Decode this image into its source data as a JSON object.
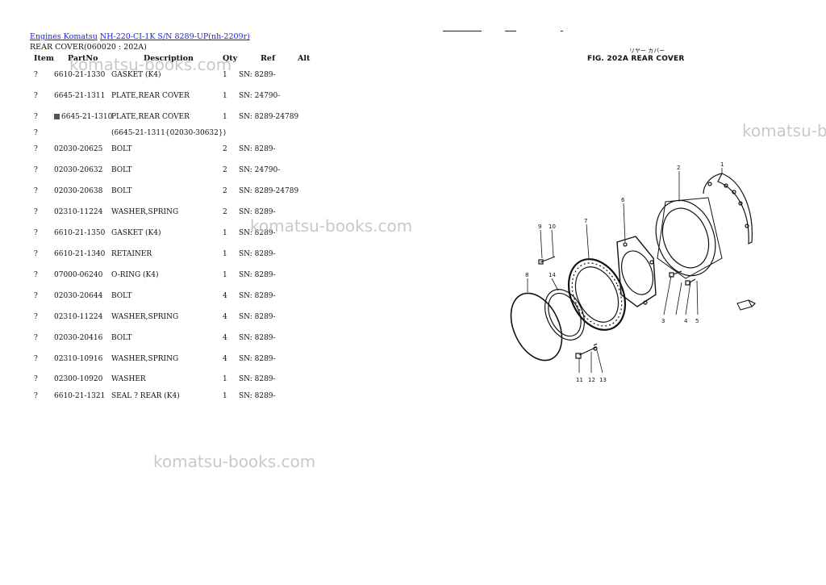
{
  "breadcrumb": {
    "link1": "Engines Komatsu",
    "link2": "NH-220-CI-1K S/N 8289-UP(nh-2209r)"
  },
  "subtitle": "REAR COVER(060020 : 202A)",
  "table": {
    "headers": {
      "item": "Item",
      "partno": "PartNo",
      "description": "Description",
      "qty": "Qty",
      "ref": "Ref",
      "alt": "Alt"
    },
    "rows": [
      {
        "item": "?",
        "partno": "6610-21-1330",
        "description": "GASKET (K4)",
        "qty": "1",
        "ref": "SN: 8289-",
        "changed": false
      },
      {
        "item": "?",
        "partno": "6645-21-1311",
        "description": "PLATE,REAR COVER",
        "qty": "1",
        "ref": "SN: 24790-",
        "changed": false
      },
      {
        "item": "?",
        "partno": "6645-21-1310",
        "description": "PLATE,REAR COVER",
        "qty": "1",
        "ref": "SN: 8289-24789",
        "changed": true
      },
      {
        "item": "?",
        "partno": "",
        "description": "(6645-21-1311{02030-30632})",
        "qty": "",
        "ref": "",
        "changed": false
      },
      {
        "item": "?",
        "partno": "02030-20625",
        "description": "BOLT",
        "qty": "2",
        "ref": "SN: 8289-",
        "changed": false
      },
      {
        "item": "?",
        "partno": "02030-20632",
        "description": "BOLT",
        "qty": "2",
        "ref": "SN: 24790-",
        "changed": false
      },
      {
        "item": "?",
        "partno": "02030-20638",
        "description": "BOLT",
        "qty": "2",
        "ref": "SN: 8289-24789",
        "changed": false
      },
      {
        "item": "?",
        "partno": "02310-11224",
        "description": "WASHER,SPRING",
        "qty": "2",
        "ref": "SN: 8289-",
        "changed": false
      },
      {
        "item": "?",
        "partno": "6610-21-1350",
        "description": "GASKET (K4)",
        "qty": "1",
        "ref": "SN: 8289-",
        "changed": false
      },
      {
        "item": "?",
        "partno": "6610-21-1340",
        "description": "RETAINER",
        "qty": "1",
        "ref": "SN: 8289-",
        "changed": false
      },
      {
        "item": "?",
        "partno": "07000-06240",
        "description": "O-RING (K4)",
        "qty": "1",
        "ref": "SN: 8289-",
        "changed": false
      },
      {
        "item": "?",
        "partno": "02030-20644",
        "description": "BOLT",
        "qty": "4",
        "ref": "SN: 8289-",
        "changed": false
      },
      {
        "item": "?",
        "partno": "02310-11224",
        "description": "WASHER,SPRING",
        "qty": "4",
        "ref": "SN: 8289-",
        "changed": false
      },
      {
        "item": "?",
        "partno": "02030-20416",
        "description": "BOLT",
        "qty": "4",
        "ref": "SN: 8289-",
        "changed": false
      },
      {
        "item": "?",
        "partno": "02310-10916",
        "description": "WASHER,SPRING",
        "qty": "4",
        "ref": "SN: 8289-",
        "changed": false
      },
      {
        "item": "?",
        "partno": "02300-10920",
        "description": "WASHER",
        "qty": "1",
        "ref": "SN: 8289-",
        "changed": false
      },
      {
        "item": "?",
        "partno": "6610-21-1321",
        "description": "SEAL ? REAR (K4)",
        "qty": "1",
        "ref": "SN: 8289-",
        "changed": false
      }
    ]
  },
  "figure": {
    "title": "FIG. 202A  REAR  COVER",
    "kana": "リヤー カバー",
    "callouts": [
      "1",
      "2",
      "3",
      "4",
      "5",
      "6",
      "7",
      "8",
      "9",
      "10",
      "11",
      "12",
      "13",
      "14"
    ]
  },
  "watermark": "komatsu-books.com",
  "watermark_partial": "komatsu-b"
}
